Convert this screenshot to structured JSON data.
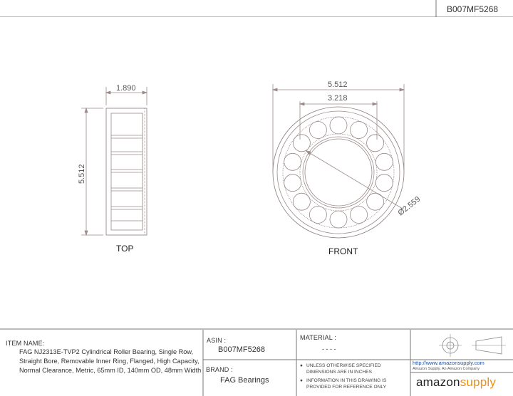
{
  "asin_header": "B007MF5268",
  "views": {
    "top_label": "TOP",
    "front_label": "FRONT"
  },
  "dimensions": {
    "top_width": "1.890",
    "top_height": "5.512",
    "front_outer": "5.512",
    "front_inner": "3.218",
    "front_roller_dia": "Ø2.559"
  },
  "title_block": {
    "item_name_label": "ITEM NAME:",
    "item_name": "FAG NJ2313E-TVP2 Cylindrical Roller Bearing, Single Row, Straight Bore, Removable Inner Ring, Flanged, High Capacity, Normal Clearance, Metric, 65mm ID, 140mm OD, 48mm Width",
    "asin_label": "ASIN :",
    "asin": "B007MF5268",
    "brand_label": "BRAND :",
    "brand": "FAG Bearings",
    "material_label": "MATERIAL :",
    "material": "- - - -",
    "note1": "UNLESS OTHERWISE SPECIFIED DIMENSIONS ARE IN INCHES",
    "note2": "INFORMATION IN THIS DRAWING IS PROVIDED FOR REFERENCE ONLY",
    "url": "http://www.amazonsupply.com",
    "url_sub": "Amazon Supply, An Amazon Company",
    "logo_a": "amazon",
    "logo_b": "supply"
  },
  "colors": {
    "line": "#9a8a8a",
    "frame": "#777777",
    "accent": "#f0910f"
  }
}
